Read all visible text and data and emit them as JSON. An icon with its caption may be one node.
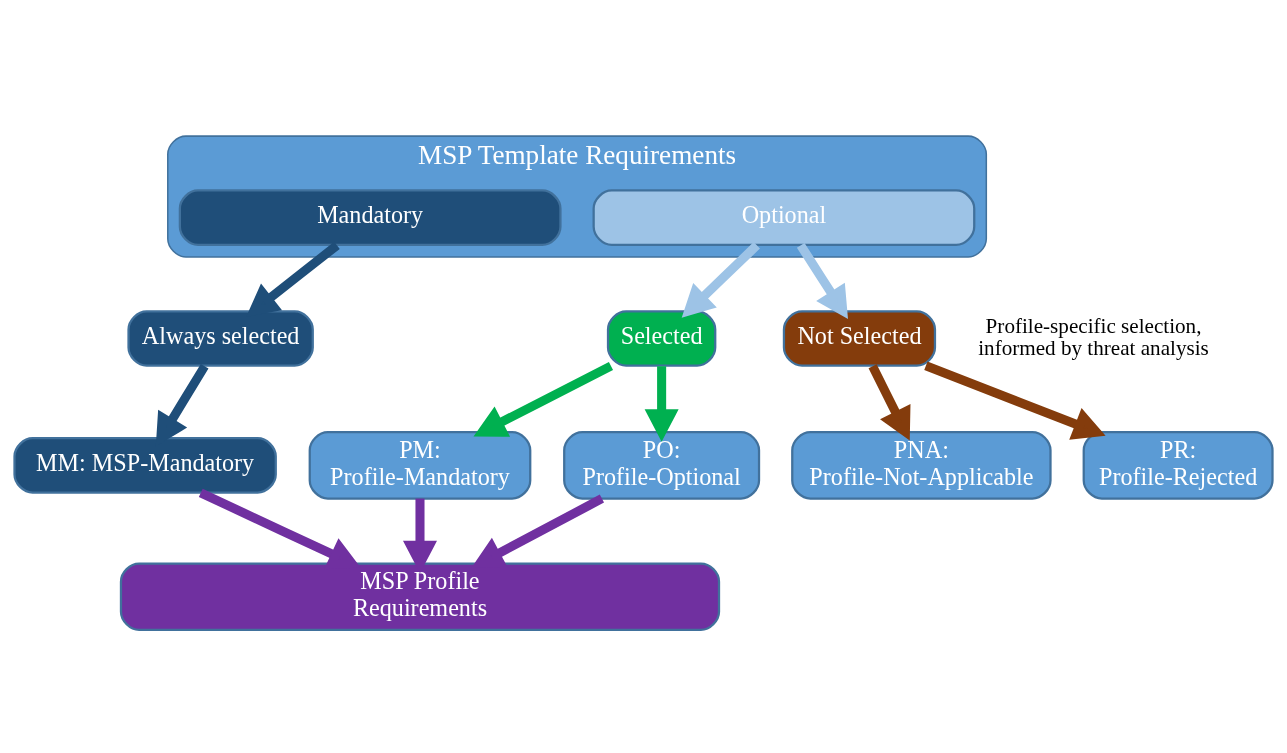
{
  "diagram": {
    "nodes": [
      {
        "text": [
          "MSP Template Requirements"
        ]
      },
      {
        "text": [
          "Mandatory"
        ],
        "in": 0
      },
      {
        "text": [
          "Optional"
        ],
        "in": 0
      },
      {
        "text": [
          "Always selected"
        ]
      },
      {
        "text": [
          "Selected"
        ]
      },
      {
        "text": [
          "Not Selected"
        ]
      },
      {
        "text": [
          "MM: MSP-Mandatory"
        ]
      },
      {
        "text": [
          "PM: Profile-Mandatory"
        ]
      },
      {
        "text": [
          "PO: Profile-Optional"
        ]
      },
      {
        "text": [
          "PNA: Profile-Not-Applicable"
        ]
      },
      {
        "text": [
          "PR: Profile-Rejected"
        ]
      },
      {
        "text": [
          "MSP Profile Requirements"
        ]
      }
    ],
    "edges": [
      {
        "from": 1,
        "to": 3,
        "arrow": "to",
        "color": "#1f4e79"
      },
      {
        "from": 2,
        "to": 4,
        "arrow": "to",
        "color": "#9dc3e6"
      },
      {
        "from": 2,
        "to": 5,
        "arrow": "to",
        "color": "#9dc3e6"
      },
      {
        "from": 3,
        "to": 6,
        "arrow": "to",
        "color": "#1f4e79"
      },
      {
        "from": 4,
        "to": 7,
        "arrow": "to",
        "color": "#00b050"
      },
      {
        "from": 4,
        "to": 8,
        "arrow": "to",
        "color": "#00b050"
      },
      {
        "from": 5,
        "to": 9,
        "arrow": "to",
        "color": "#843c0c"
      },
      {
        "from": 5,
        "to": 10,
        "arrow": "to",
        "color": "#843c0c"
      },
      {
        "from": 6,
        "to": 11,
        "arrow": "to",
        "color": "#7030a0"
      },
      {
        "from": 7,
        "to": 11,
        "arrow": "to",
        "color": "#7030a0"
      },
      {
        "from": 8,
        "to": 11,
        "arrow": "to",
        "color": "#7030a0"
      }
    ],
    "labels": [
      "Profile-specific selection, informed by threat analysis"
    ]
  }
}
